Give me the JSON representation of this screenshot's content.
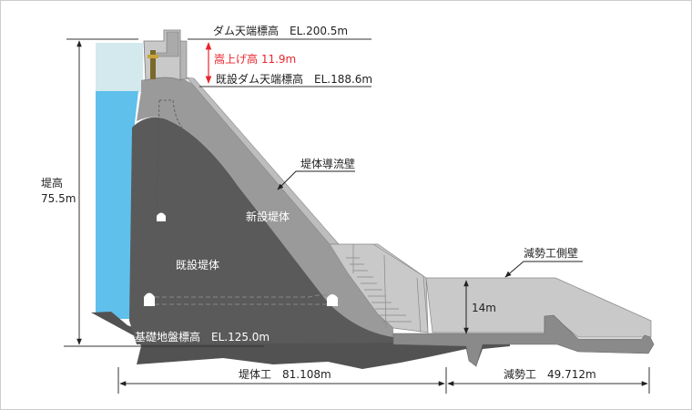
{
  "labels": {
    "crest_new": "ダム天端標高　EL.200.5m",
    "raise_height": "嵩上げ高 11.9m",
    "crest_existing": "既設ダム天端標高　EL.188.6m",
    "training_wall": "堤体導流壁",
    "dam_height_title": "堤高",
    "dam_height_value": "75.5m",
    "new_body": "新設堤体",
    "existing_body": "既設堤体",
    "foundation": "基礎地盤標高　EL.125.0m",
    "basin_wall_height": "14m",
    "basin_side_wall": "減勢工側壁",
    "dam_body_length": "堤体工　81.108m",
    "basin_length": "減勢工　49.712m"
  },
  "colors": {
    "water_upper": "#d3e9ee",
    "water": "#5fc0ec",
    "existing_dam": "#5a5a5a",
    "new_dam": "#9a9a9a",
    "structure_light": "#c9c9c9",
    "raise_arrow": "#e8262d"
  }
}
